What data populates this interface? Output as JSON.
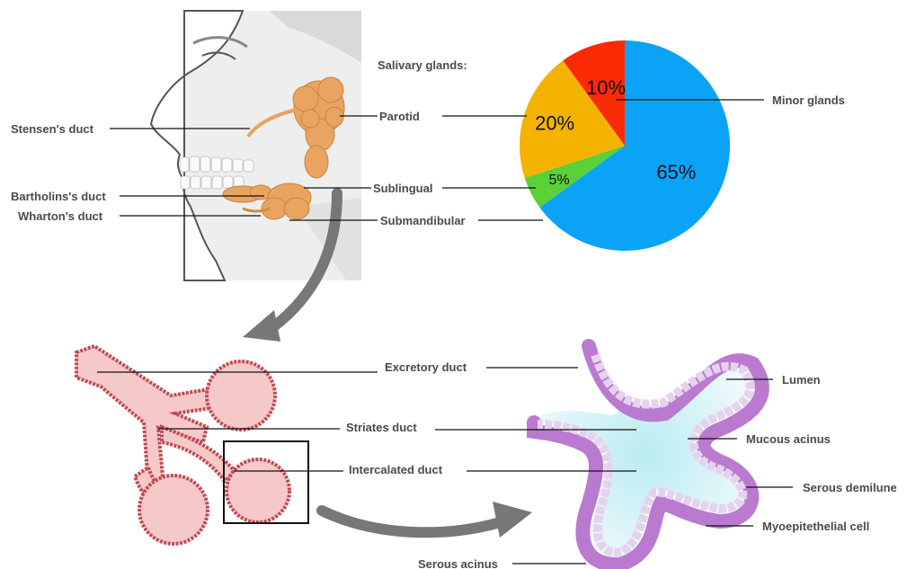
{
  "title": "Salivary glands:",
  "head_labels": {
    "stensen": "Stensen's duct",
    "parotid": "Parotid",
    "bartholin": "Bartholins's duct",
    "wharton": "Wharton's duct",
    "sublingual": "Sublingual",
    "submandibular": "Submandibular"
  },
  "pie_labels": {
    "minor": "Minor glands"
  },
  "chart_data": {
    "type": "pie",
    "title": "Salivary glands:",
    "slices": [
      {
        "label": "Minor glands",
        "value": 65,
        "display": "65%",
        "color": "#0ba3f6"
      },
      {
        "label": "Sublingual",
        "value": 5,
        "display": "5%",
        "color": "#5ad03a"
      },
      {
        "label": "Submandibular",
        "value": 20,
        "display": "20%",
        "color": "#f4b301"
      },
      {
        "label": "Parotid",
        "value": 10,
        "display": "10%",
        "color": "#fa2a05"
      }
    ]
  },
  "gland_labels": {
    "excretory": "Excretory duct",
    "striates": "Striates duct",
    "intercalated": "Intercalated duct",
    "serous_acinus": "Serous acinus"
  },
  "acinus_labels": {
    "lumen": "Lumen",
    "mucous": "Mucous acinus",
    "demilune": "Serous demilune",
    "myo": "Myoepitethelial cell"
  },
  "colors": {
    "skin": "#eeeeee",
    "gland": "#e8a460",
    "duct_wall": "#c04a55",
    "duct_fill": "#f6c9c9",
    "acinus_cell": "#c47fd0",
    "lumen": "#d6f1f4"
  }
}
